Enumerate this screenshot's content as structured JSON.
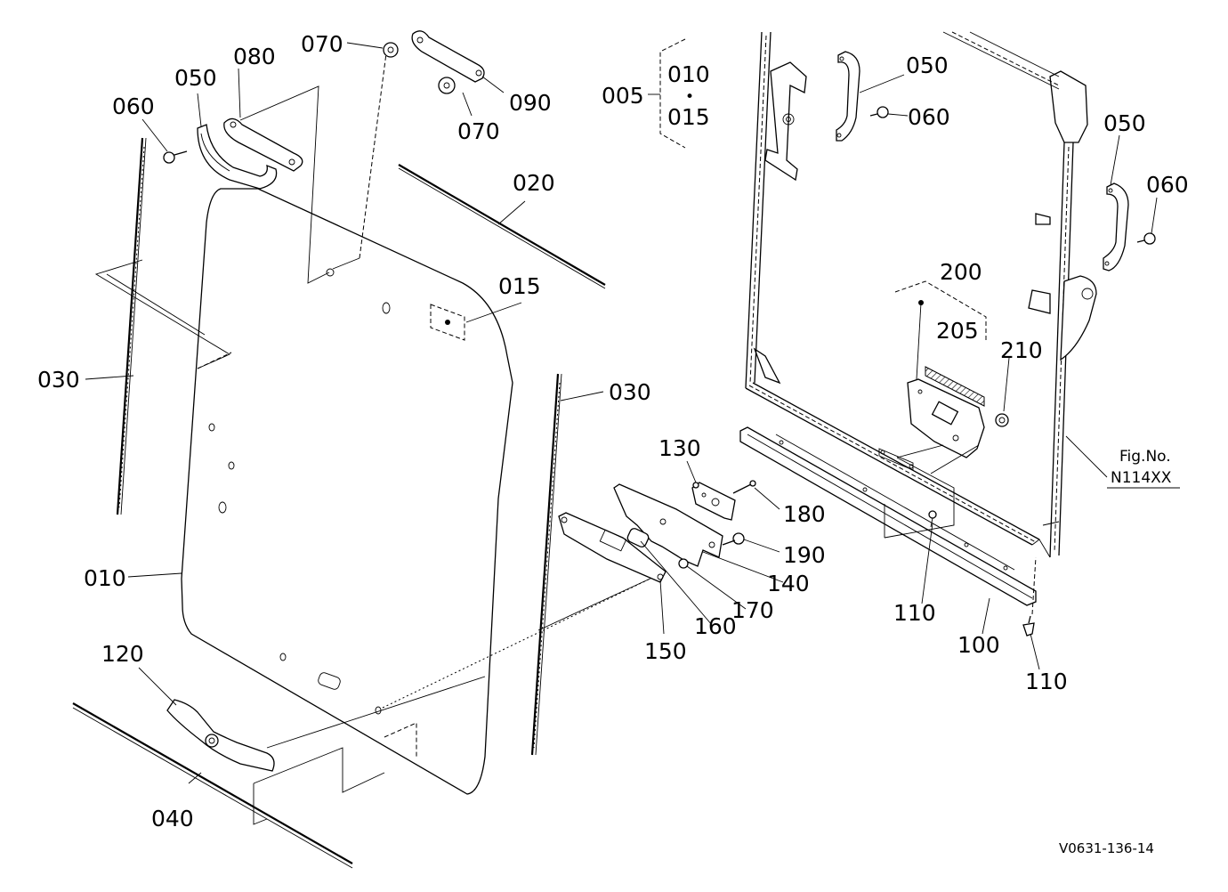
{
  "callouts": {
    "c005": "005",
    "c010_set": "010",
    "c015_set": "015",
    "c010": "010",
    "c015": "015",
    "c020": "020",
    "c030_left": "030",
    "c030_right": "030",
    "c040": "040",
    "c050_left": "050",
    "c050_frame_top": "050",
    "c050_frame_right": "050",
    "c060_left": "060",
    "c060_frame_top": "060",
    "c060_frame_right": "060",
    "c070_top": "070",
    "c070_bottom": "070",
    "c080": "080",
    "c090": "090",
    "c100": "100",
    "c110_a": "110",
    "c110_b": "110",
    "c120": "120",
    "c130": "130",
    "c140": "140",
    "c150": "150",
    "c160": "160",
    "c170": "170",
    "c180": "180",
    "c190": "190",
    "c200": "200",
    "c205": "205",
    "c210": "210"
  },
  "figure_ref": {
    "line1": "Fig.No.",
    "line2": "N114XX"
  },
  "drawing_code": "V0631-136-14",
  "set_separator": "•"
}
